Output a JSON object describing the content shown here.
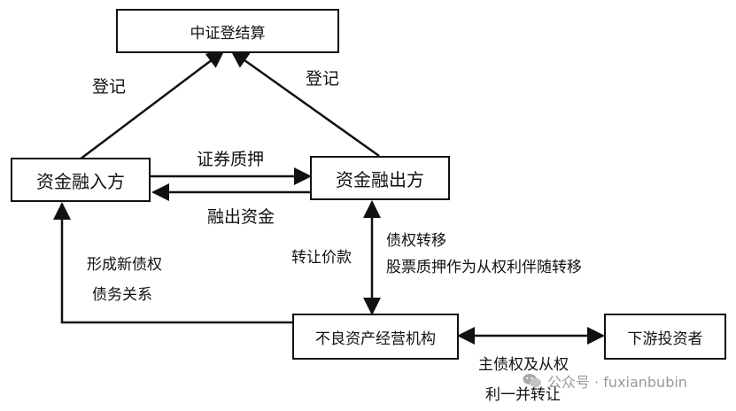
{
  "nodes": {
    "csdc": "中证登结算",
    "borrower": "资金融入方",
    "lender": "资金融出方",
    "npa_operator": "不良资产经营机构",
    "downstream_investor": "下游投资者"
  },
  "edges": {
    "borrower_register": "登记",
    "lender_register": "登记",
    "securities_pledge": "证券质押",
    "lend_funds": "融出资金",
    "new_debt_line1": "形成新债权",
    "new_debt_line2": "债务关系",
    "transfer_price": "转让价款",
    "debt_transfer_line1": "债权转移",
    "debt_transfer_line2": "股票质押作为从权利伴随转移",
    "main_debt_line1": "主债权及从权",
    "main_debt_line2": "利一并转让"
  },
  "watermark": {
    "text": "公众号 · fuxianbubin"
  }
}
